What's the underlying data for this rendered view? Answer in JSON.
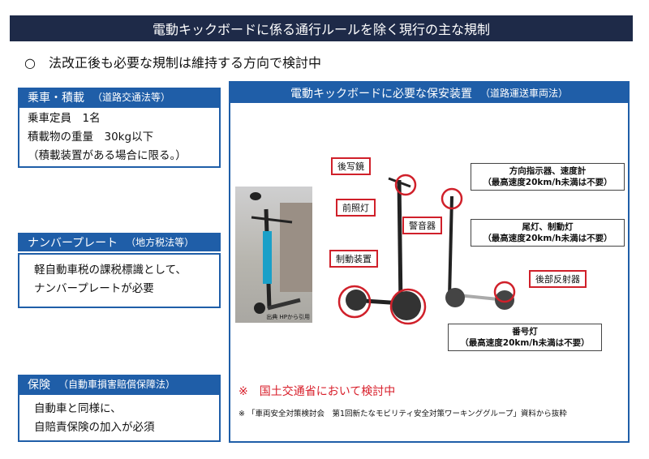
{
  "title": "電動キックボードに係る通行ルールを除く現行の主な規制",
  "subheading": {
    "bullet": "○",
    "text": "法改正後も必要な規制は維持する方向で検討中"
  },
  "sections": [
    {
      "title": "乗車・積載",
      "law": "（道路交通法等）",
      "lines": [
        "乗車定員　1名",
        "積載物の重量　30kg以下",
        "（積載装置がある場合に限る。）"
      ]
    },
    {
      "title": "ナンバープレート",
      "law": "（地方税法等）",
      "lines": [
        "軽自動車税の課税標識として、",
        "ナンバープレートが必要"
      ]
    },
    {
      "title": "保険",
      "law": "（自動車損害賠償保障法）",
      "lines": [
        "自動車と同様に、",
        "自賠責保険の加入が必須"
      ]
    }
  ],
  "panel": {
    "title": "電動キックボードに必要な保安装置",
    "law": "（道路運送車両法）",
    "photo_caption": "出典 HPから引用",
    "red_labels": [
      "後写鏡",
      "前照灯",
      "警音器",
      "制動装置",
      "後部反射器"
    ],
    "gray_labels": [
      {
        "l1": "方向指示器、速度計",
        "l2": "（最高速度20km/h未満は不要）"
      },
      {
        "l1": "尾灯、制動灯",
        "l2": "（最高速度20km/h未満は不要）"
      },
      {
        "l1": "番号灯",
        "l2": "（最高速度20km/h未満は不要）"
      }
    ],
    "note_red": "※　国土交通省において検討中",
    "note_source": "※ 「車両安全対策検討会　第1回新たなモビリティ安全対策ワーキンググループ」資料から抜粋"
  },
  "colors": {
    "navy": "#1e2a48",
    "blue": "#1f5ea8",
    "red": "#d0202a"
  }
}
